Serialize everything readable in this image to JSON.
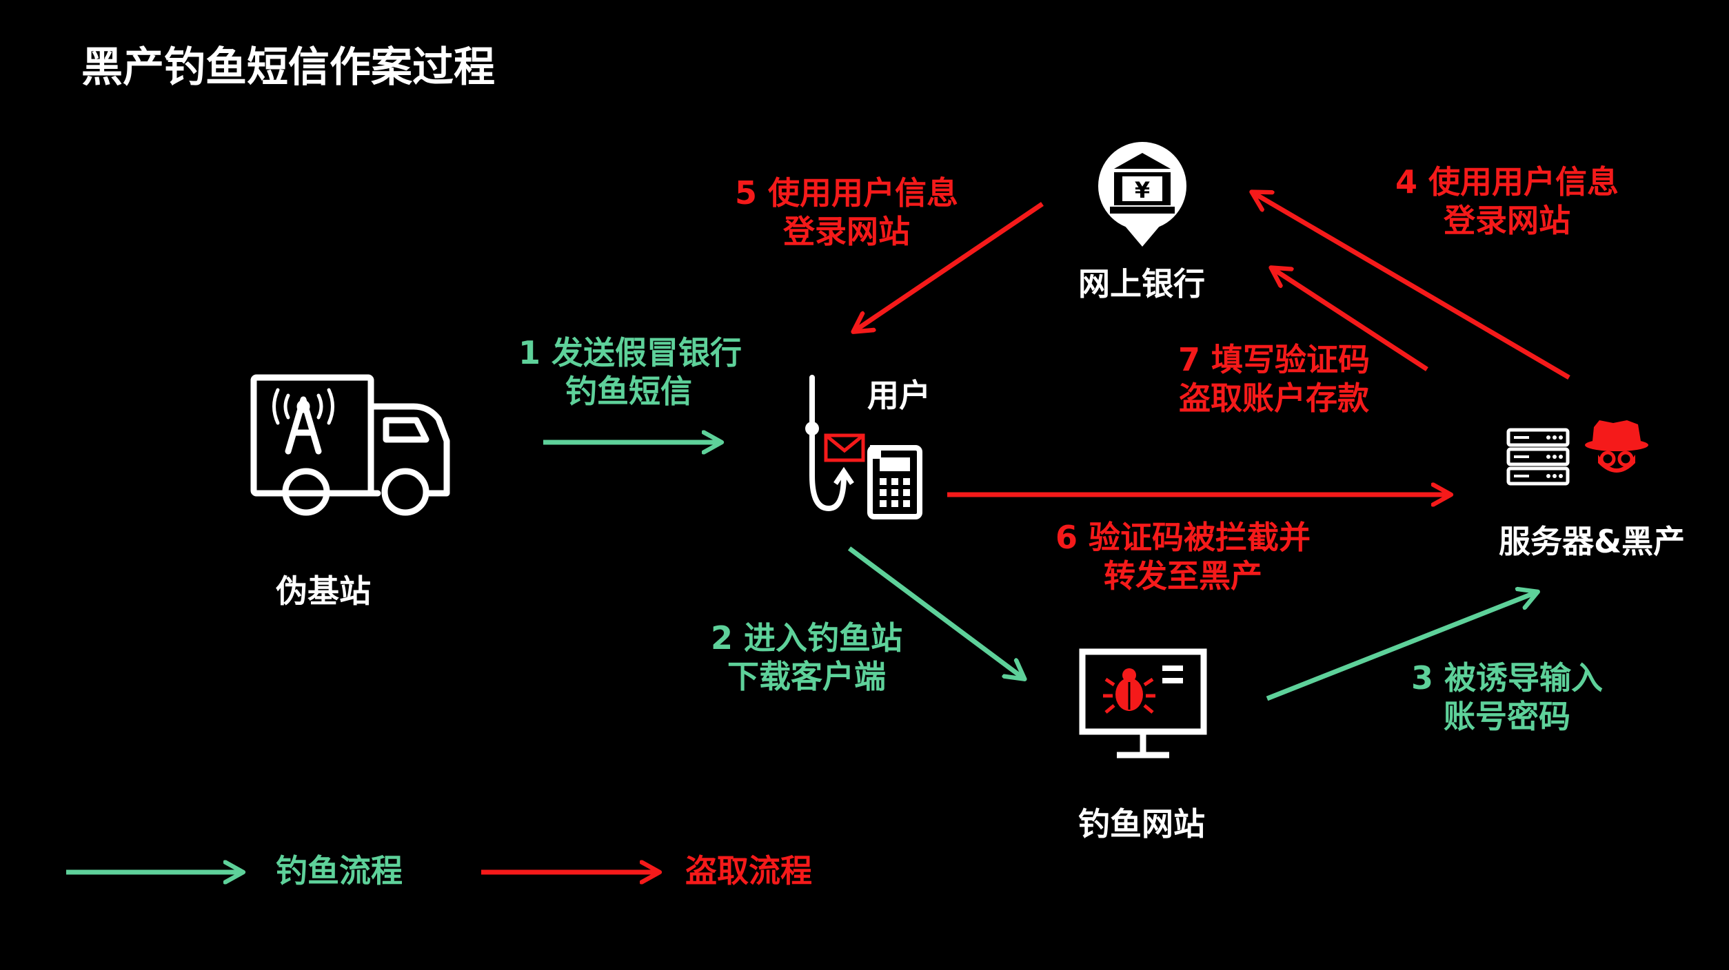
{
  "title": "黑产钓鱼短信作案过程",
  "nodes": {
    "fake_base_station": "伪基站",
    "user": "用户",
    "online_bank": "网上银行",
    "phishing_site": "钓鱼网站",
    "server_blackmarket": "服务器&黑产"
  },
  "steps": {
    "s1": [
      "1 发送假冒银行",
      "钓鱼短信"
    ],
    "s2": [
      "2 进入钓鱼站",
      "下载客户端"
    ],
    "s3": [
      "3 被诱导输入",
      "账号密码"
    ],
    "s4": [
      "4 使用用户信息",
      "登录网站"
    ],
    "s5": [
      "5 使用用户信息",
      "登录网站"
    ],
    "s6": [
      "6 验证码被拦截并",
      "转发至黑产"
    ],
    "s7": [
      "7 填写验证码",
      "盗取账户存款"
    ]
  },
  "legend": {
    "phishing": "钓鱼流程",
    "theft": "盗取流程"
  },
  "colors": {
    "background": "#000000",
    "phishing_flow": "#5ed19a",
    "theft_flow": "#f51a1a",
    "text": "#ffffff"
  },
  "icons": {
    "fake_base_station": "truck-antenna-icon",
    "user": "fishhook-phone-icon",
    "online_bank": "bank-pin-icon",
    "phishing_site": "monitor-bug-icon",
    "server_blackmarket": "server-hacker-icon"
  }
}
